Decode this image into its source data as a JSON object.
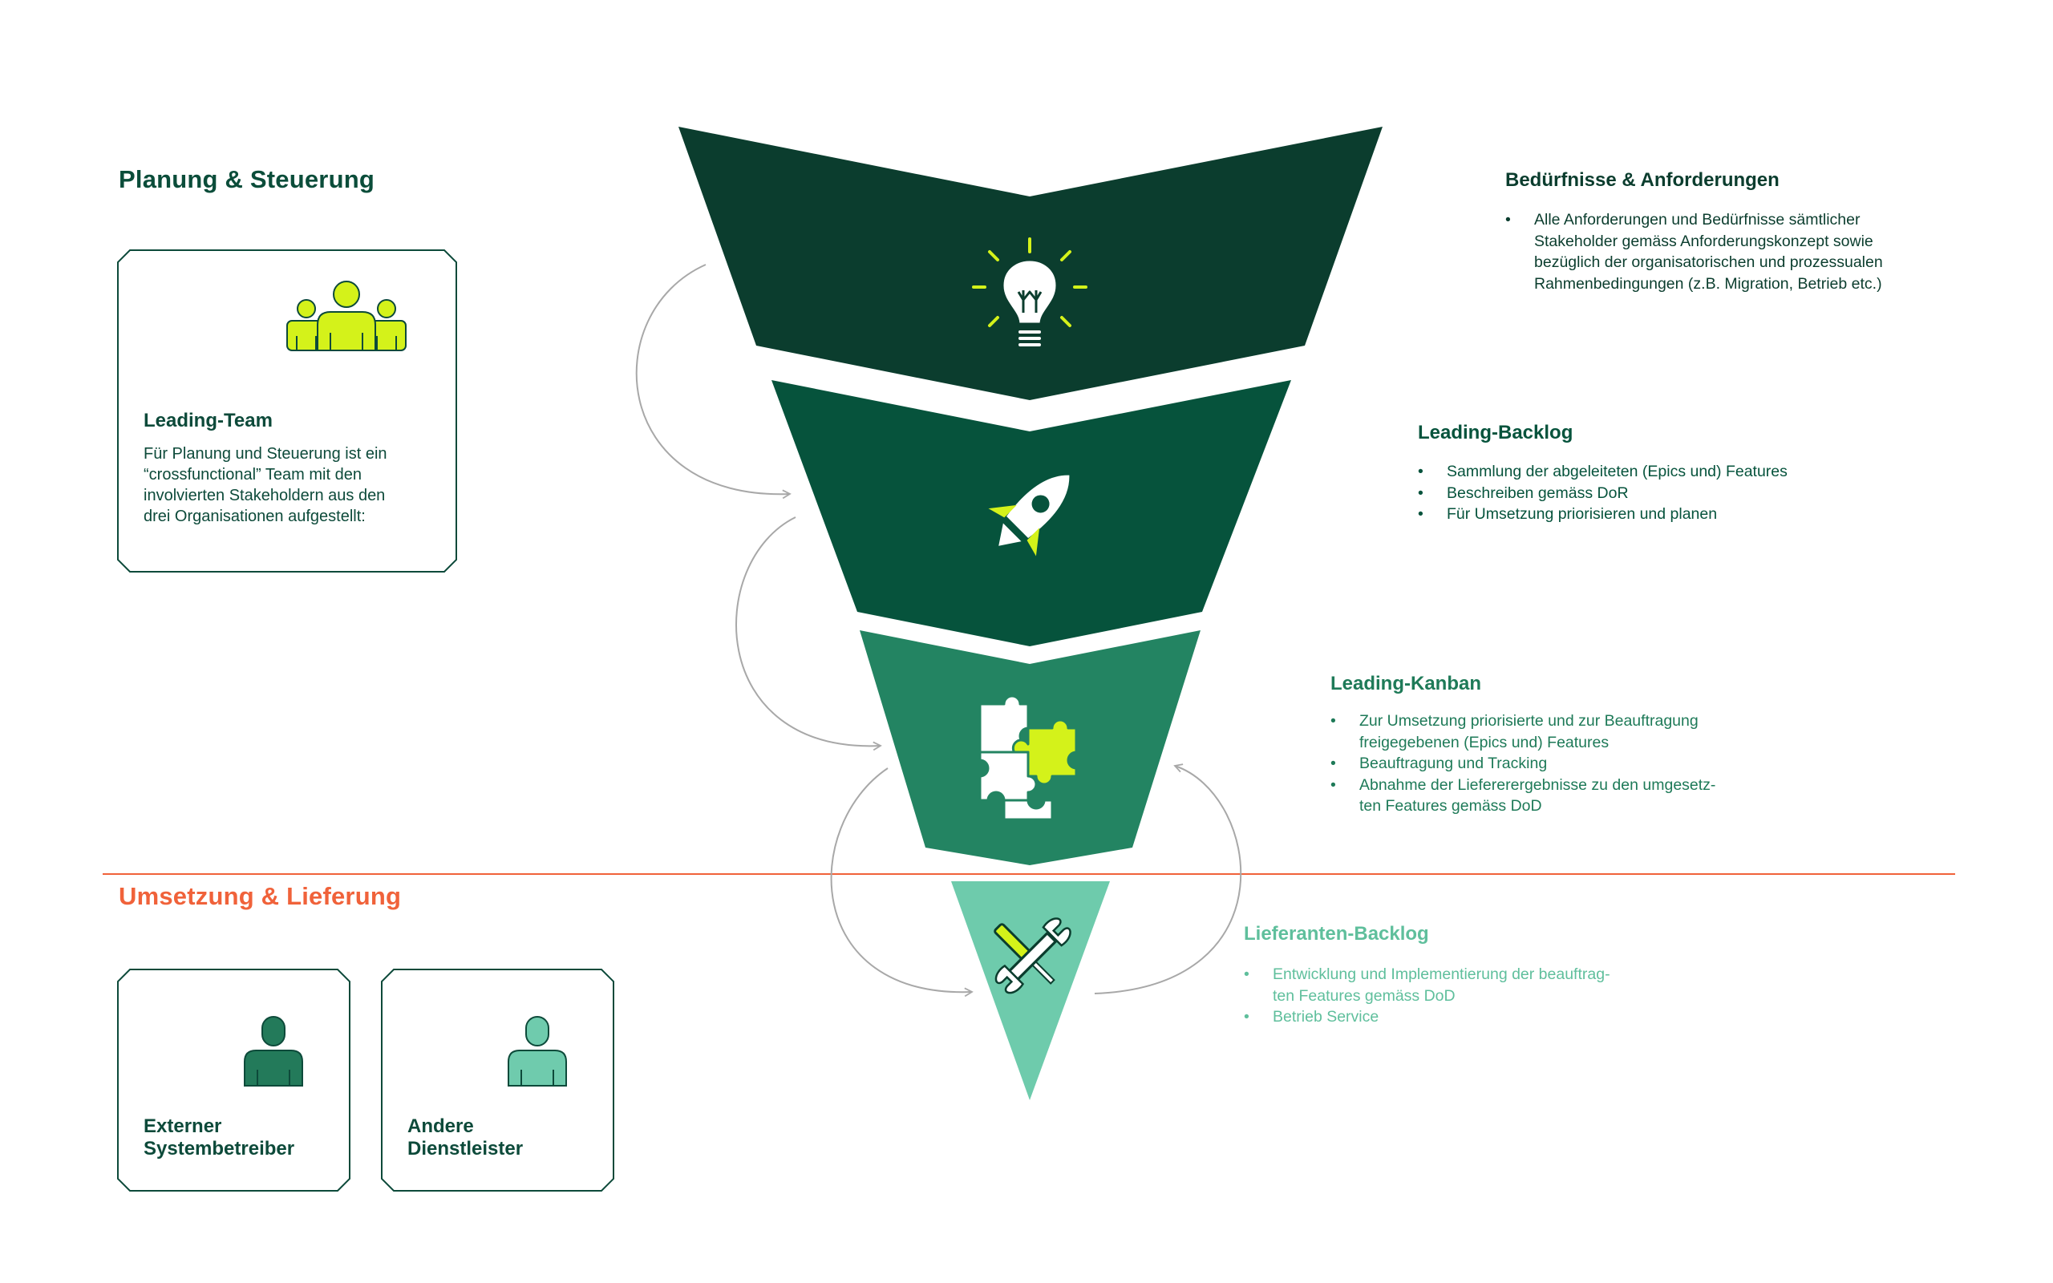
{
  "sections": {
    "planning_title": "Planung & Steuerung",
    "delivery_title": "Umsetzung & Lieferung"
  },
  "leading_team_card": {
    "title": "Leading-Team",
    "text_lines": [
      "Für Planung und Steuerung ist ein",
      "“crossfunctional” Team mit den",
      "involvierten Stakeholdern aus den",
      "drei Organisationen aufgestellt:"
    ]
  },
  "provider_cards": [
    {
      "title_lines": [
        "Externer",
        "Systembetreiber"
      ],
      "icon": "person-icon",
      "icon_color": "#237a5a"
    },
    {
      "title_lines": [
        "Andere",
        "Dienstleister"
      ],
      "icon": "person-icon",
      "icon_color": "#6fcbad"
    }
  ],
  "funnel_stages": [
    {
      "icon": "lightbulb-icon",
      "color": "#0b3d2e",
      "title": "Bedürfnisse & Anforderungen",
      "title_color": "#0b3d2e",
      "bullets": [
        [
          "Alle Anforderungen und Bedürfnisse sämtlicher",
          "Stakeholder gemäss Anforderungskonzept sowie",
          "bezüglich der organisatorischen und prozessualen",
          "Rahmenbedingungen (z.B. Migration, Betrieb etc.)"
        ]
      ]
    },
    {
      "icon": "rocket-icon",
      "color": "#06533c",
      "title": "Leading-Backlog",
      "title_color": "#06533c",
      "bullets": [
        [
          "Sammlung der abgeleiteten (Epics und) Features"
        ],
        [
          "Beschreiben gemäss DoR"
        ],
        [
          "Für Umsetzung priorisieren und planen"
        ]
      ]
    },
    {
      "icon": "puzzle-icon",
      "color": "#238462",
      "title": "Leading-Kanban",
      "title_color": "#1e7a58",
      "bullets": [
        [
          "Zur Umsetzung priorisierte und zur Beauftragung",
          "freigegebenen (Epics und) Features"
        ],
        [
          "Beauftragung und Tracking"
        ],
        [
          "Abnahme der Liefererergebnisse zu den umgesetz-",
          "ten Features gemäss DoD"
        ]
      ]
    },
    {
      "icon": "tools-icon",
      "color": "#6ecbac",
      "title": "Lieferanten-Backlog",
      "title_color": "#5fbf9c",
      "bullets": [
        [
          "Entwicklung und Implementierung der beauftrag-",
          "ten Features gemäss DoD"
        ],
        [
          "Betrieb Service"
        ]
      ]
    }
  ],
  "colors": {
    "accent_lime": "#d4f21a",
    "divider_orange": "#f0623a",
    "dark_green": "#0b3d2e",
    "connector_gray": "#a8a8a8"
  }
}
